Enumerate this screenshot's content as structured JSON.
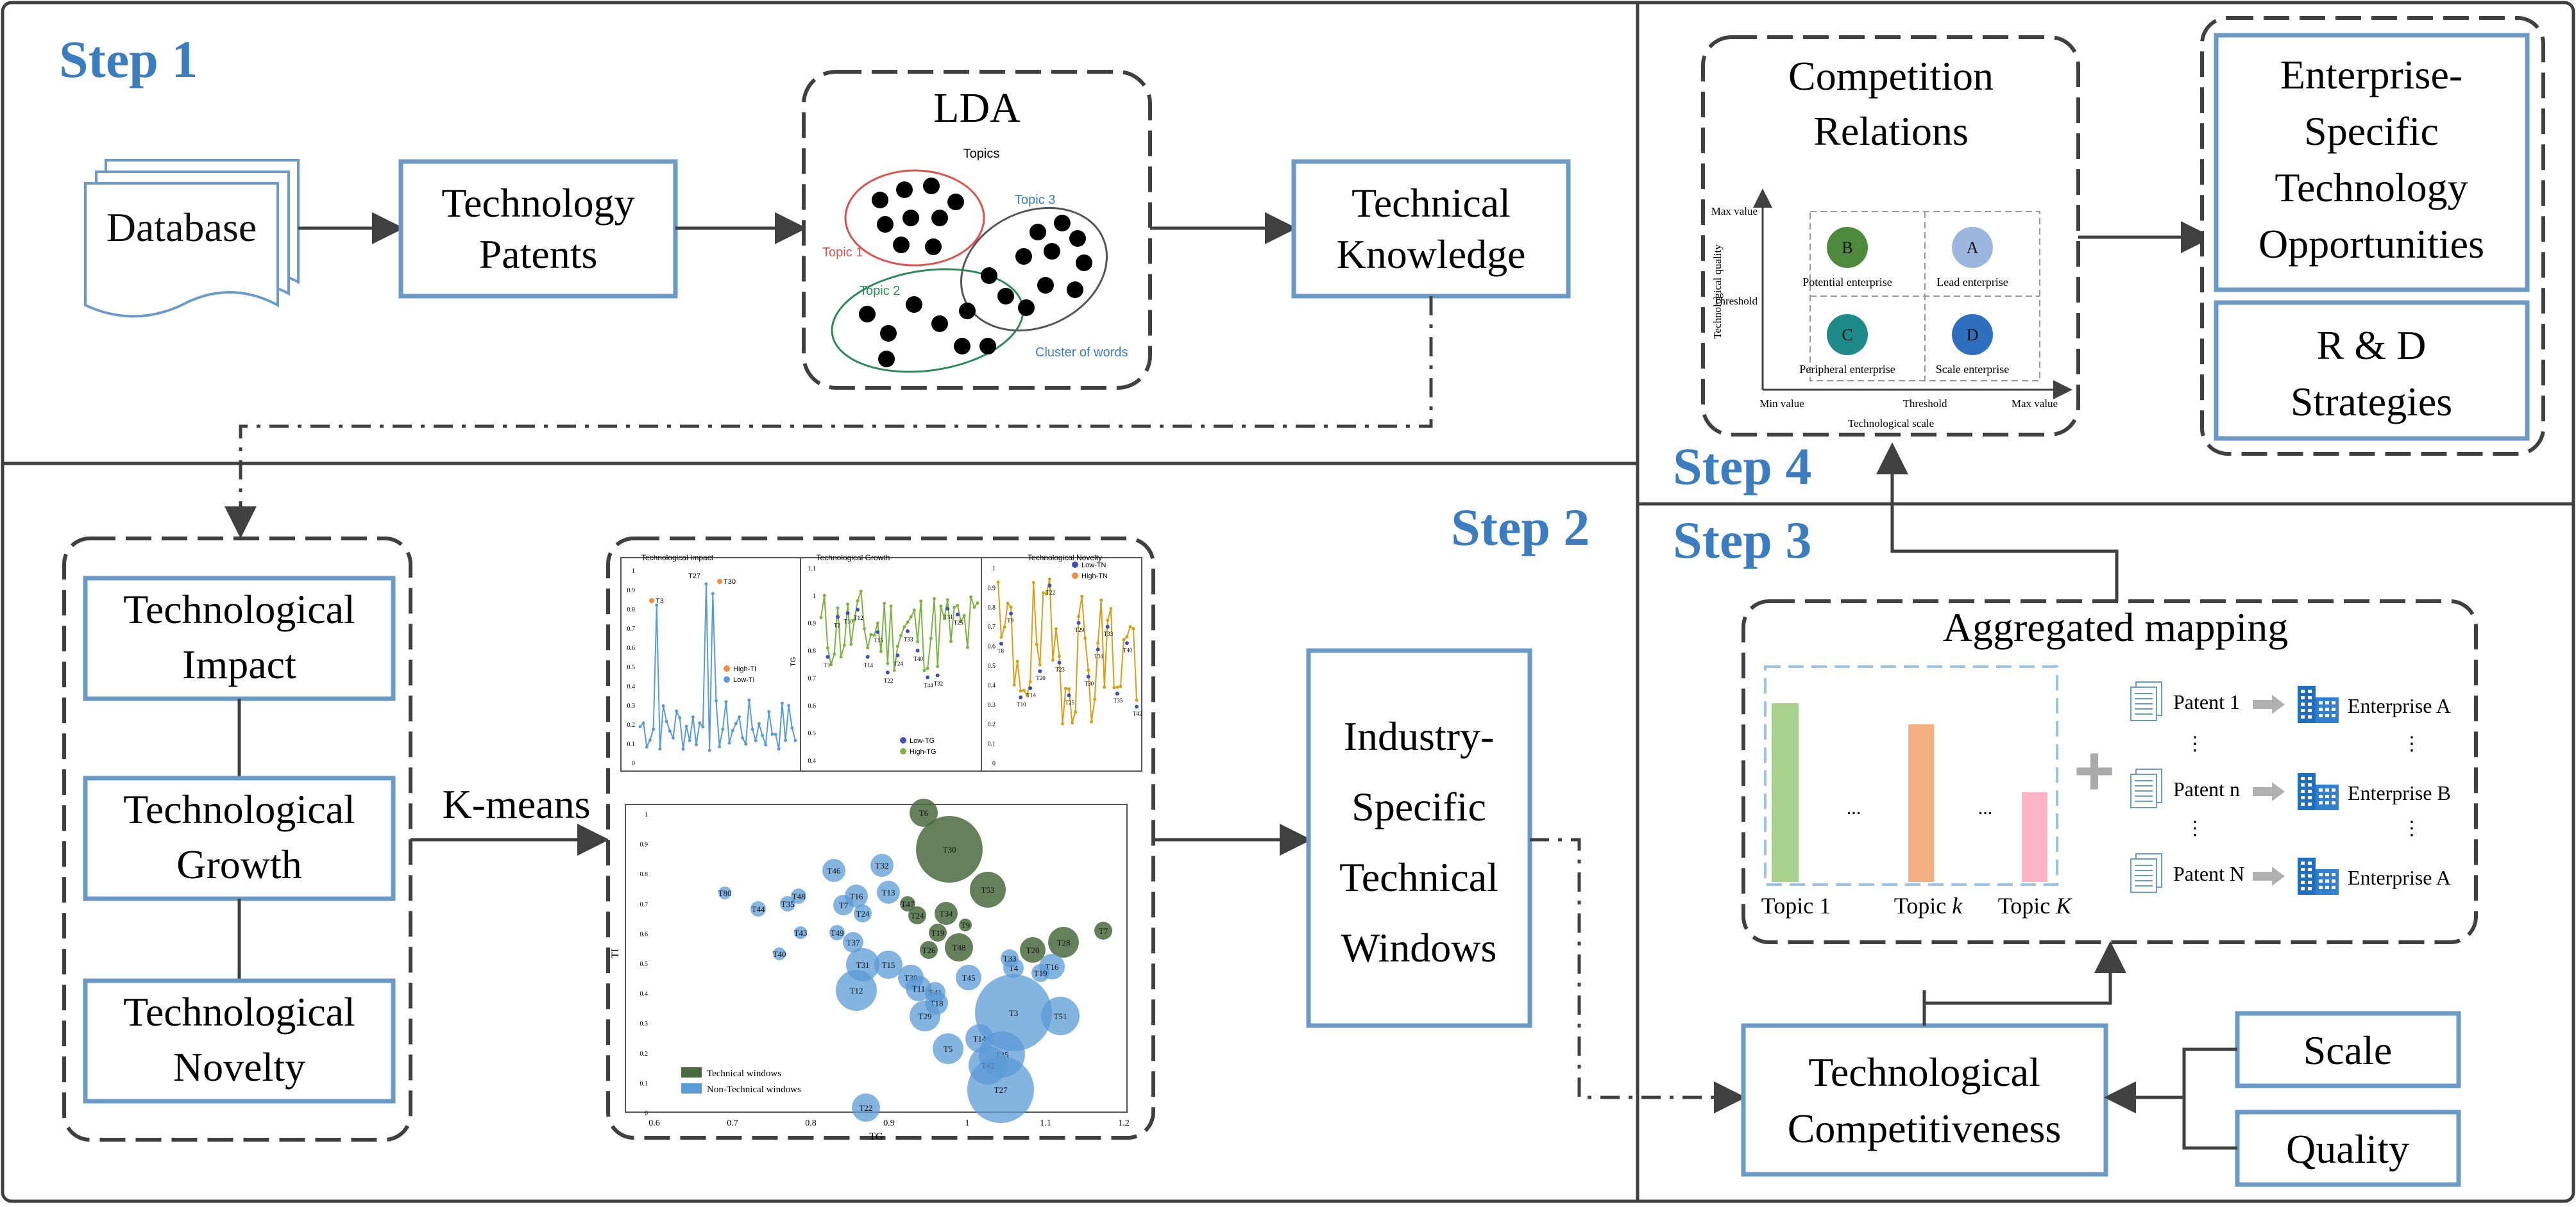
{
  "steps": {
    "step1": "Step 1",
    "step2": "Step 2",
    "step3": "Step 3",
    "step4": "Step 4"
  },
  "step1": {
    "database": "Database",
    "patents_line1": "Technology",
    "patents_line2": "Patents",
    "lda_title": "LDA",
    "topics_label": "Topics",
    "topic1": "Topic 1",
    "topic2": "Topic 2",
    "topic3": "Topic 3",
    "cluster_label": "Cluster of words",
    "knowledge_line1": "Technical",
    "knowledge_line2": "Knowledge"
  },
  "step2": {
    "impact_line1": "Technological",
    "impact_line2": "Impact",
    "growth_line1": "Technological",
    "growth_line2": "Growth",
    "novelty_line1": "Technological",
    "novelty_line2": "Novelty",
    "kmeans": "K-means",
    "windows_line1": "Industry-",
    "windows_line2": "Specific",
    "windows_line3": "Technical",
    "windows_line4": "Windows",
    "mini_impact": {
      "title": "Technological Impact",
      "legend_high": "High-TI",
      "legend_low": "Low-TI",
      "y_ticks": [
        "1",
        "0.9",
        "0.8",
        "0.7",
        "0.6",
        "0.5",
        "0.4",
        "0.3",
        "0.2",
        "0.1",
        "0"
      ],
      "labels": [
        "T3",
        "T27",
        "T30"
      ]
    },
    "mini_growth": {
      "title": "Technological Growth",
      "legend_low": "Low-TG",
      "legend_high": "High-TG",
      "y_label": "TG",
      "y_ticks": [
        "1.1",
        "1",
        "0.9",
        "0.8",
        "0.7",
        "0.6",
        "0.5",
        "0.4"
      ],
      "labels": [
        "T1",
        "T2",
        "T10",
        "T12",
        "T14",
        "T15",
        "T22",
        "T24",
        "T33",
        "T40",
        "T44",
        "T32",
        "T31",
        "T25"
      ]
    },
    "mini_novelty": {
      "title": "Technological Novelty",
      "legend_low": "Low-TN",
      "legend_high": "High-TN",
      "y_ticks": [
        "1",
        "0.9",
        "0.8",
        "0.7",
        "0.6",
        "0.5",
        "0.4",
        "0.3",
        "0.2",
        "0.1",
        "0"
      ],
      "labels": [
        "T8",
        "T9",
        "T10",
        "T14",
        "T20",
        "T22",
        "T23",
        "T25",
        "T29",
        "T30",
        "T31",
        "T33",
        "T35",
        "T40",
        "T42"
      ]
    },
    "bubble": {
      "x_label": "TG",
      "y_label": "TI",
      "legend_tech": "Technical windows",
      "legend_nontech": "Non-Technical windows",
      "x_ticks": [
        "0.6",
        "0.7",
        "0.8",
        "0.9",
        "1",
        "1.1",
        "1.2"
      ],
      "y_ticks": [
        "1",
        "0.9",
        "0.8",
        "0.7",
        "0.6",
        "0.5",
        "0.4",
        "0.3",
        "0.2",
        "0.1",
        "0"
      ]
    }
  },
  "step3": {
    "aggregated_title": "Aggregated mapping",
    "topic_1": "Topic 1",
    "topic_k_prefix": "Topic ",
    "topic_k_italic": "k",
    "topic_K_prefix": "Topic ",
    "topic_K_italic": "K",
    "ellipsis": "...",
    "plus": "+",
    "patent1": "Patent 1",
    "patentn": "Patent n",
    "patentN": "Patent N",
    "entA1": "Enterprise A",
    "entB": "Enterprise B",
    "entA2": "Enterprise A",
    "vdots": "⋮",
    "competitiveness_line1": "Technological",
    "competitiveness_line2": "Competitiveness",
    "scale": "Scale",
    "quality": "Quality"
  },
  "step4": {
    "competition_line1": "Competition",
    "competition_line2": "Relations",
    "y_axis": "Technological quality",
    "x_axis": "Technological scale",
    "max_value_y": "Max value",
    "threshold_y": "Threshold",
    "min_value_x": "Min value",
    "threshold_x": "Threshold",
    "max_value_x": "Max value",
    "quadrants": [
      {
        "letter": "B",
        "label": "Potential enterprise",
        "color": "#4e8a3e"
      },
      {
        "letter": "A",
        "label": "Lead enterprise",
        "color": "#9db6e0"
      },
      {
        "letter": "C",
        "label": "Peripheral enterprise",
        "color": "#1f8a8a"
      },
      {
        "letter": "D",
        "label": "Scale enterprise",
        "color": "#2f6fbf"
      }
    ],
    "opp_line1": "Enterprise-",
    "opp_line2": "Specific",
    "opp_line3": "Technology",
    "opp_line4": "Opportunities",
    "rd_line1": "R & D",
    "rd_line2": "Strategies"
  },
  "colors": {
    "step_label": "#3c7dbf",
    "box_border": "#6c9ac7",
    "frame": "#404040",
    "tech_window": "#4a6b3f",
    "non_tech_window": "#5b9bd5",
    "bar_green": "#a9d18e",
    "bar_orange": "#f4b183",
    "bar_pink": "#ffb3c6"
  }
}
